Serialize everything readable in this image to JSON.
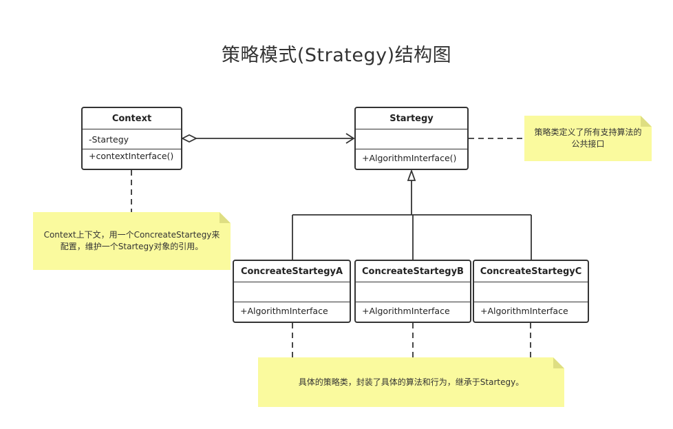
{
  "diagram": {
    "title": "策略模式(Strategy)结构图",
    "classes": {
      "context": {
        "name": "Context",
        "attribute": "-Startegy",
        "operation": "+contextInterface()"
      },
      "strategy": {
        "name": "Startegy",
        "attribute": "",
        "operation": "+AlgorithmInterface()"
      },
      "concrete_a": {
        "name": "ConcreateStartegyA",
        "attribute": "",
        "operation": "+AlgorithmInterface"
      },
      "concrete_b": {
        "name": "ConcreateStartegyB",
        "attribute": "",
        "operation": "+AlgorithmInterface"
      },
      "concrete_c": {
        "name": "ConcreateStartegyC",
        "attribute": "",
        "operation": "+AlgorithmInterface"
      }
    },
    "notes": {
      "strategy_note": "策略类定义了所有支持算法的公共接口",
      "context_note": "Context上下文，用一个ConcreateStartegy来配置，维护一个Startegy对象的引用。",
      "concrete_note": "具体的策略类，封装了具体的算法和行为，继承于Startegy。"
    },
    "colors": {
      "note_fill": "#fafa9e",
      "note_fold": "#dede82",
      "line": "#333333"
    }
  }
}
